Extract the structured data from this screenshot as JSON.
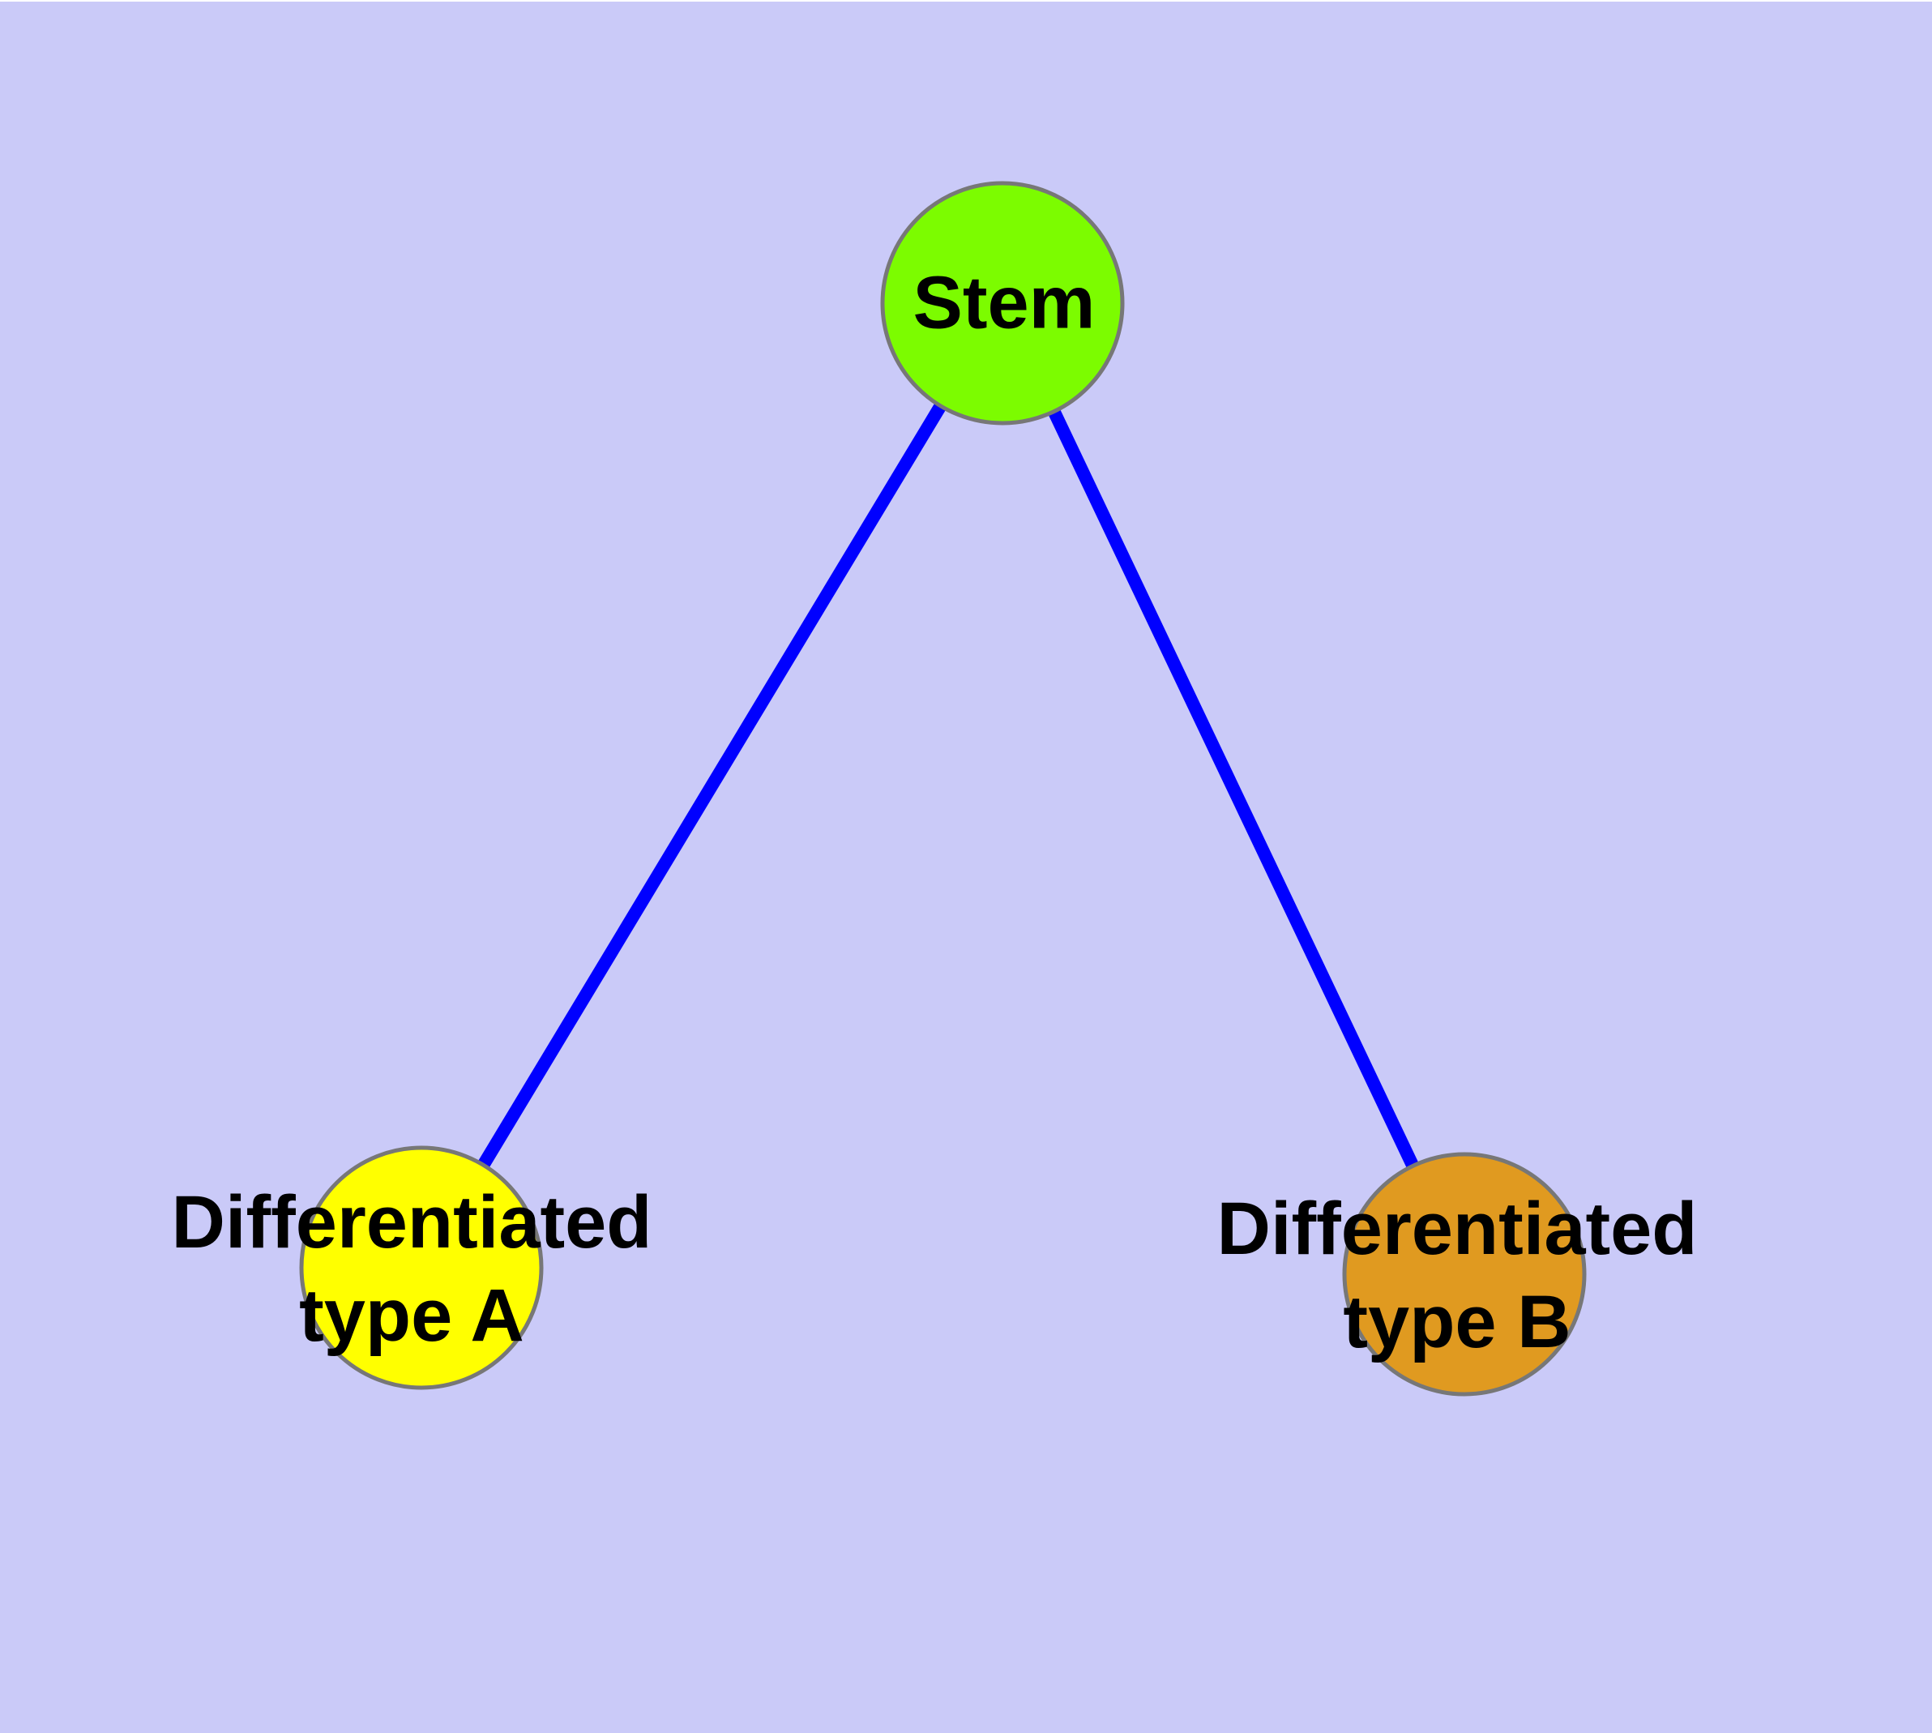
{
  "diagram": {
    "background_color": "#CACAF8",
    "edge_color": "#0000FF",
    "node_border_color": "#777777",
    "label_color": "#000000",
    "nodes": [
      {
        "id": "stem",
        "label": "Stem",
        "fill": "#7CFC00"
      },
      {
        "id": "type-a",
        "label": "Differentiated\ntype A",
        "fill": "#FFFF00"
      },
      {
        "id": "type-b",
        "label": "Differentiated\ntype B",
        "fill": "#E09A20"
      }
    ],
    "edges": [
      {
        "from": "Stem",
        "to": "Differentiated type A"
      },
      {
        "from": "Stem",
        "to": "Differentiated type B"
      }
    ]
  }
}
